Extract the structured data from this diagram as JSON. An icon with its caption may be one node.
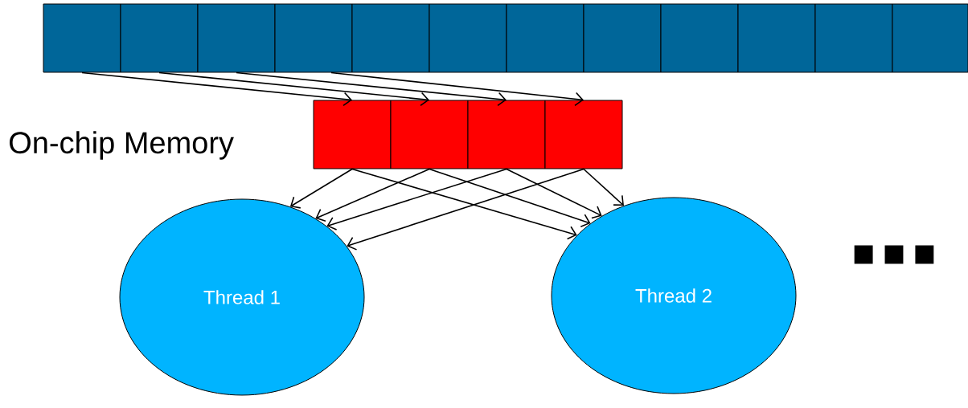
{
  "diagram": {
    "nodes": [
      {
        "text": [],
        "shape": "box"
      },
      {
        "text": [],
        "shape": "box"
      },
      {
        "text": [],
        "shape": "box"
      },
      {
        "text": [],
        "shape": "box"
      },
      {
        "text": [],
        "shape": "box"
      },
      {
        "text": [],
        "shape": "box"
      },
      {
        "text": [],
        "shape": "box"
      },
      {
        "text": [],
        "shape": "box"
      },
      {
        "text": [],
        "shape": "box"
      },
      {
        "text": [],
        "shape": "box"
      },
      {
        "text": [],
        "shape": "box"
      },
      {
        "text": [],
        "shape": "box"
      },
      {
        "text": [],
        "shape": "box"
      },
      {
        "text": [],
        "shape": "box"
      },
      {
        "text": [],
        "shape": "box"
      },
      {
        "text": [],
        "shape": "box"
      },
      {
        "text": [
          "Thread 1"
        ]
      },
      {
        "text": [
          "Thread 2"
        ]
      }
    ],
    "edges": [
      {
        "from": 0,
        "to": 12,
        "arrow": "to"
      },
      {
        "from": 1,
        "to": 13,
        "arrow": "to"
      },
      {
        "from": 2,
        "to": 14,
        "arrow": "to"
      },
      {
        "from": 3,
        "to": 15,
        "arrow": "to"
      },
      {
        "from": 12,
        "to": 16,
        "arrow": "to"
      },
      {
        "from": 12,
        "to": 17,
        "arrow": "to"
      },
      {
        "from": 13,
        "to": 16,
        "arrow": "to"
      },
      {
        "from": 13,
        "to": 17,
        "arrow": "to"
      },
      {
        "from": 14,
        "to": 16,
        "arrow": "to"
      },
      {
        "from": 14,
        "to": 17,
        "arrow": "to"
      },
      {
        "from": 15,
        "to": 16,
        "arrow": "to"
      },
      {
        "from": 15,
        "to": 17,
        "arrow": "to"
      }
    ],
    "labels": [
      "On-chip Memory",
      "■ ■ ■"
    ]
  }
}
